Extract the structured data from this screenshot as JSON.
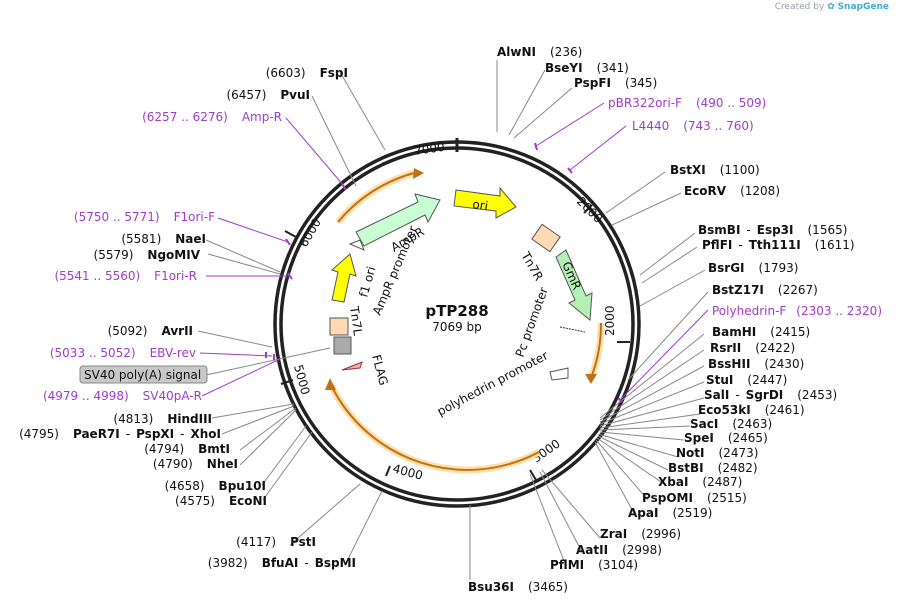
{
  "credit": {
    "prefix": "Created by",
    "brand": "SnapGene"
  },
  "plasmid": {
    "name": "pTP288",
    "length_label": "7069 bp",
    "length": 7069
  },
  "ticks": [
    "1000",
    "2000",
    "3000",
    "4000",
    "5000",
    "6000",
    "7000"
  ],
  "sites": [
    {
      "name": "AlwNI",
      "pos": "(236)"
    },
    {
      "name": "BseYI",
      "pos": "(341)"
    },
    {
      "name": "PspFI",
      "pos": "(345)"
    },
    {
      "name": "BstXI",
      "pos": "(1100)"
    },
    {
      "name": "EcoRV",
      "pos": "(1208)"
    },
    {
      "name": "BsmBI",
      "name2": "Esp3I",
      "pos": "(1565)"
    },
    {
      "name": "PflFI",
      "name2": "Tth111I",
      "pos": "(1611)"
    },
    {
      "name": "BsrGI",
      "pos": "(1793)"
    },
    {
      "name": "BstZ17I",
      "pos": "(2267)"
    },
    {
      "name": "BamHI",
      "pos": "(2415)"
    },
    {
      "name": "RsrII",
      "pos": "(2422)"
    },
    {
      "name": "BssHII",
      "pos": "(2430)"
    },
    {
      "name": "StuI",
      "pos": "(2447)"
    },
    {
      "name": "SalI",
      "name2": "SgrDI",
      "pos": "(2453)"
    },
    {
      "name": "Eco53kI",
      "pos": "(2461)"
    },
    {
      "name": "SacI",
      "pos": "(2463)"
    },
    {
      "name": "SpeI",
      "pos": "(2465)"
    },
    {
      "name": "NotI",
      "pos": "(2473)"
    },
    {
      "name": "BstBI",
      "pos": "(2482)"
    },
    {
      "name": "XbaI",
      "pos": "(2487)"
    },
    {
      "name": "PspOMI",
      "pos": "(2515)"
    },
    {
      "name": "ApaI",
      "pos": "(2519)"
    },
    {
      "name": "ZraI",
      "pos": "(2996)"
    },
    {
      "name": "AatII",
      "pos": "(2998)"
    },
    {
      "name": "PflMI",
      "pos": "(3104)"
    },
    {
      "name": "Bsu36I",
      "pos": "(3465)"
    },
    {
      "name": "BfuAI",
      "name2": "BspMI",
      "pos": "(3982)"
    },
    {
      "name": "PstI",
      "pos": "(4117)"
    },
    {
      "name": "EcoNI",
      "pos": "(4575)"
    },
    {
      "name": "Bpu10I",
      "pos": "(4658)"
    },
    {
      "name": "NheI",
      "pos": "(4790)"
    },
    {
      "name": "BmtI",
      "pos": "(4794)"
    },
    {
      "name": "PaeR7I",
      "name2": "PspXI",
      "name3": "XhoI",
      "pos": "(4795)"
    },
    {
      "name": "HindIII",
      "pos": "(4813)"
    },
    {
      "name": "AvrII",
      "pos": "(5092)"
    },
    {
      "name": "NgoMIV",
      "pos": "(5579)"
    },
    {
      "name": "NaeI",
      "pos": "(5581)"
    },
    {
      "name": "PvuI",
      "pos": "(6457)"
    },
    {
      "name": "FspI",
      "pos": "(6603)"
    }
  ],
  "primers": [
    {
      "name": "pBR322ori-F",
      "range": "(490 .. 509)"
    },
    {
      "name": "L4440",
      "range": "(743 .. 760)"
    },
    {
      "name": "Polyhedrin-F",
      "range": "(2303 .. 2320)"
    },
    {
      "name": "SV40pA-R",
      "range": "(4979 .. 4998)"
    },
    {
      "name": "EBV-rev",
      "range": "(5033 .. 5052)"
    },
    {
      "name": "F1ori-R",
      "range": "(5541 .. 5560)"
    },
    {
      "name": "F1ori-F",
      "range": "(5750 .. 5771)"
    },
    {
      "name": "Amp-R",
      "range": "(6257 .. 6276)"
    }
  ],
  "features": {
    "ori": "ori",
    "tn7r": "Tn7R",
    "gmr": "GmR",
    "pc_promoter": "Pc promoter",
    "polyhedrin_promoter": "polyhedrin promoter",
    "flag": "FLAG",
    "tn7l": "Tn7L",
    "f1_ori": "f1 ori",
    "ampr_promoter": "AmpR promoter",
    "ampr": "AmpR",
    "sv40": "SV40 poly(A) signal"
  },
  "colors": {
    "backbone": "#222222",
    "primer": "#a03cc8",
    "ori": "#ffff00",
    "ampr": "#c8ffd2",
    "gmr": "#b4f0b4",
    "tn7": "#ffd9b3",
    "orange_arc": "#f0a030",
    "sv40_box": "#c8c8c8"
  }
}
